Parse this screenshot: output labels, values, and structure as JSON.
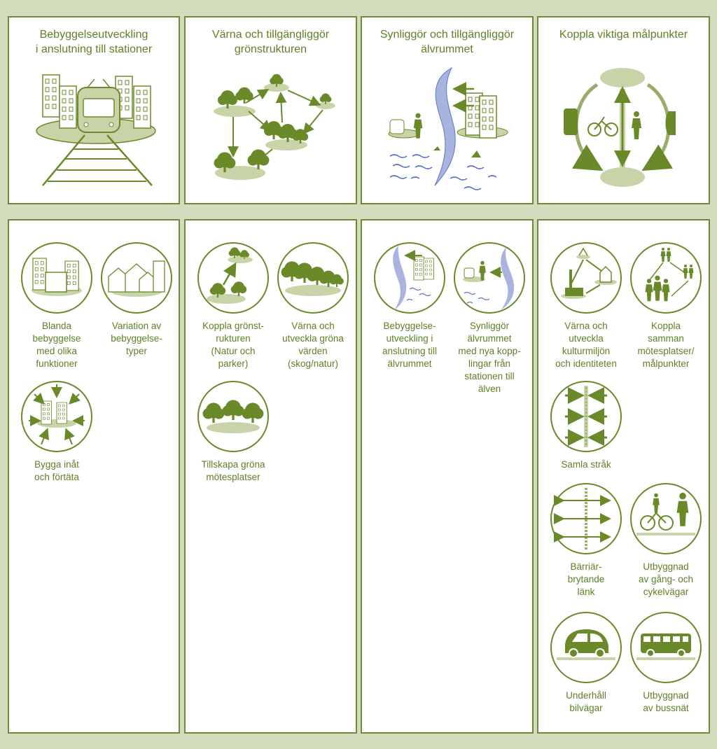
{
  "colors": {
    "background": "#d3dcbd",
    "border": "#6f8a36",
    "green_dark": "#6a8a2a",
    "green_light": "#c9d3a8",
    "blue_river": "#a9b4de",
    "blue_water": "#5b78c3"
  },
  "top_panels": [
    {
      "title": "Bebyggelseutveckling\ni anslutning till stationer",
      "icon": "train-station-icon"
    },
    {
      "title": "Värna och tillgängliggör\ngrönstrukturen",
      "icon": "green-network-icon"
    },
    {
      "title": "Synliggör och tillgängliggör\nälvrummet",
      "icon": "river-icon"
    },
    {
      "title": "Koppla viktiga målpunkter",
      "icon": "connect-destinations-icon"
    }
  ],
  "columns": [
    {
      "items": [
        {
          "label": "Blanda\nbebyggelse\nmed olika\nfunktioner",
          "icon": "mixed-buildings-icon"
        },
        {
          "label": "Variation av\nbebyggelse-\ntyper",
          "icon": "houses-icon"
        },
        {
          "label": "Bygga inåt\noch förtäta",
          "icon": "densify-icon"
        }
      ]
    },
    {
      "items": [
        {
          "label": "Koppla grönst-\nrukturen\n(Natur och\nparker)",
          "icon": "connect-green-icon"
        },
        {
          "label": "Värna och\nutveckla gröna\nvärden\n(skog/natur)",
          "icon": "forest-icon"
        },
        {
          "label": "Tillskapa gröna\nmötesplatser",
          "icon": "green-meeting-icon"
        }
      ]
    },
    {
      "items": [
        {
          "label": "Bebyggelse-\nutveckling i\nanslutning till\nälvrummet",
          "icon": "river-building-icon"
        },
        {
          "label": "Synliggör\nälvrummet\nmed nya kopp-\nlingar från\nstationen till\nälven",
          "icon": "river-station-icon"
        }
      ]
    },
    {
      "items": [
        {
          "label": "Värna och\nutveckla\nkulturmiljön\noch identiteten",
          "icon": "culture-icon"
        },
        {
          "label": "Koppla\nsamman\nmötesplatser/\nmålpunkter",
          "icon": "people-network-icon"
        },
        {
          "label": "Samla stråk",
          "icon": "collect-paths-icon"
        },
        {
          "label": "Bärriär-\nbrytande\nlänk",
          "icon": "barrier-link-icon"
        },
        {
          "label": "Utbyggnad\nav gång- och\ncykelvägar",
          "icon": "bike-walk-icon"
        },
        {
          "label": "Underhåll\nbilvägar",
          "icon": "car-icon"
        },
        {
          "label": "Utbyggnad\nav bussnät",
          "icon": "bus-icon"
        }
      ]
    }
  ]
}
